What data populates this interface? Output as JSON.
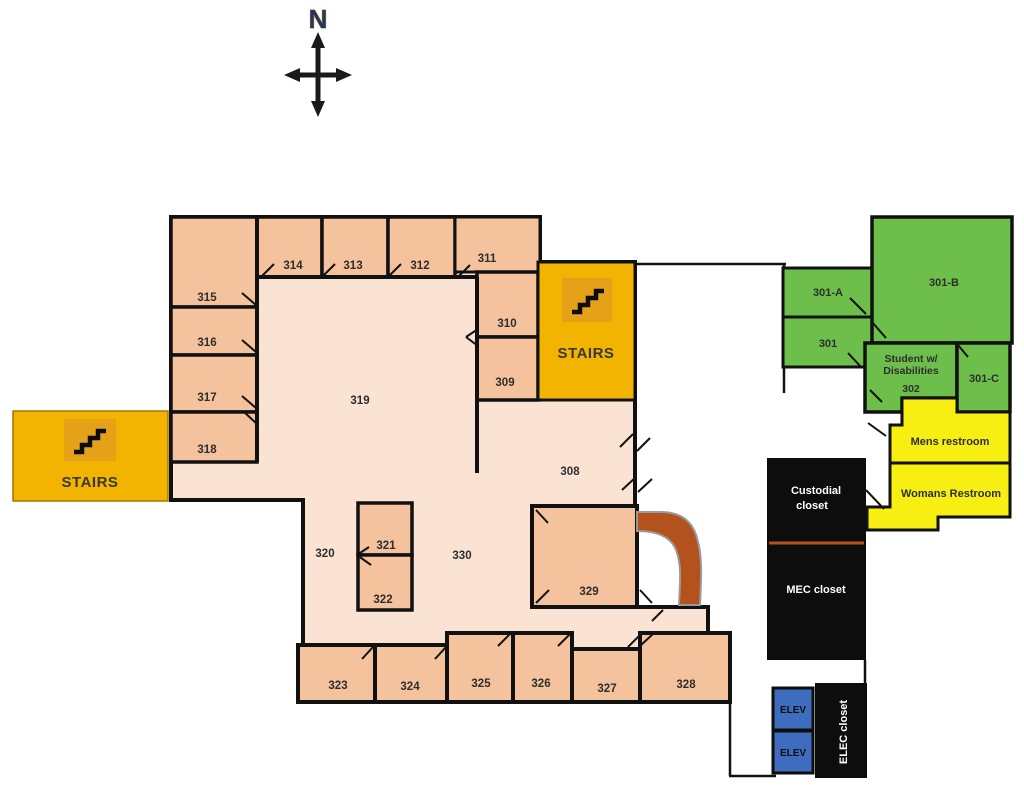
{
  "compass": {
    "north": "N"
  },
  "stairwells": {
    "left": "STAIRS",
    "right": "STAIRS"
  },
  "rooms": {
    "r308": "308",
    "r309": "309",
    "r310": "310",
    "r311": "311",
    "r312": "312",
    "r313": "313",
    "r314": "314",
    "r315": "315",
    "r316": "316",
    "r317": "317",
    "r318": "318",
    "r319": "319",
    "r320": "320",
    "r321": "321",
    "r322": "322",
    "r323": "323",
    "r324": "324",
    "r325": "325",
    "r326": "326",
    "r327": "327",
    "r328": "328",
    "r329": "329",
    "r330": "330"
  },
  "suite301": {
    "a": "301-A",
    "b": "301-B",
    "c": "301-C",
    "main": "301",
    "disabilities": {
      "line1": "Student w/",
      "line2": "Disabilities",
      "line3": "302"
    }
  },
  "restrooms": {
    "mens": "Mens restroom",
    "womens": "Womans Restroom"
  },
  "closets": {
    "custodial": {
      "line1": "Custodial",
      "line2": "closet"
    },
    "mec": "MEC closet",
    "elec": "ELEC closet"
  },
  "elevators": {
    "top": "ELEV",
    "bottom": "ELEV"
  },
  "colors": {
    "room_fill": "#f4c29c",
    "open_area_fill": "#fbe3d3",
    "stairs_fill": "#f3b301",
    "stairs_icon_bg": "#e5a118",
    "green_fill": "#6dbe4a",
    "yellow_fill": "#f7ef12",
    "closet_fill": "#0d0d0d",
    "elevator_fill": "#3e6dbf",
    "ramp_fill": "#b4521d",
    "closet_divider": "#b4521d",
    "wall": "#111111",
    "north_letter": "#1f3864"
  }
}
